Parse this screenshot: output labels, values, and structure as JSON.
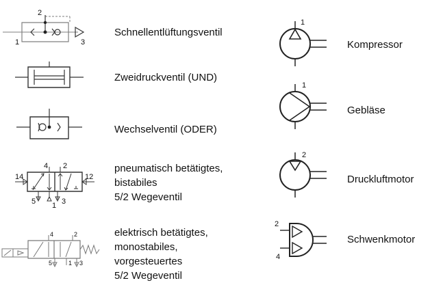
{
  "symbols": [
    {
      "id": "quick-exhaust-valve",
      "label": "Schnellentlüftungsventil",
      "ports": [
        "2",
        "1",
        "3"
      ]
    },
    {
      "id": "dual-pressure-valve",
      "label": "Zweidruckventil (UND)"
    },
    {
      "id": "shuttle-valve",
      "label": "Wechselventil (ODER)"
    },
    {
      "id": "pneumatic-valve",
      "label_lines": [
        "pneumatisch betätigtes,",
        "bistabiles",
        "5/2  Wegeventil"
      ],
      "ports": [
        "4",
        "2",
        "14",
        "12",
        "5",
        "3",
        "1"
      ]
    },
    {
      "id": "electric-valve",
      "label_lines": [
        "elektrisch betätigtes,",
        "monostabiles,",
        "vorgesteuertes",
        "5/2  Wegeventil"
      ],
      "ports": [
        "4",
        "2",
        "5",
        "1",
        "3"
      ]
    },
    {
      "id": "compressor",
      "label": "Kompressor",
      "ports": [
        "1"
      ]
    },
    {
      "id": "blower",
      "label": "Gebläse",
      "ports": [
        "1"
      ]
    },
    {
      "id": "air-motor",
      "label": "Druckluftmotor",
      "ports": [
        "2"
      ]
    },
    {
      "id": "swivel-motor",
      "label": "Schwenkmotor",
      "ports": [
        "2",
        "4"
      ]
    }
  ]
}
